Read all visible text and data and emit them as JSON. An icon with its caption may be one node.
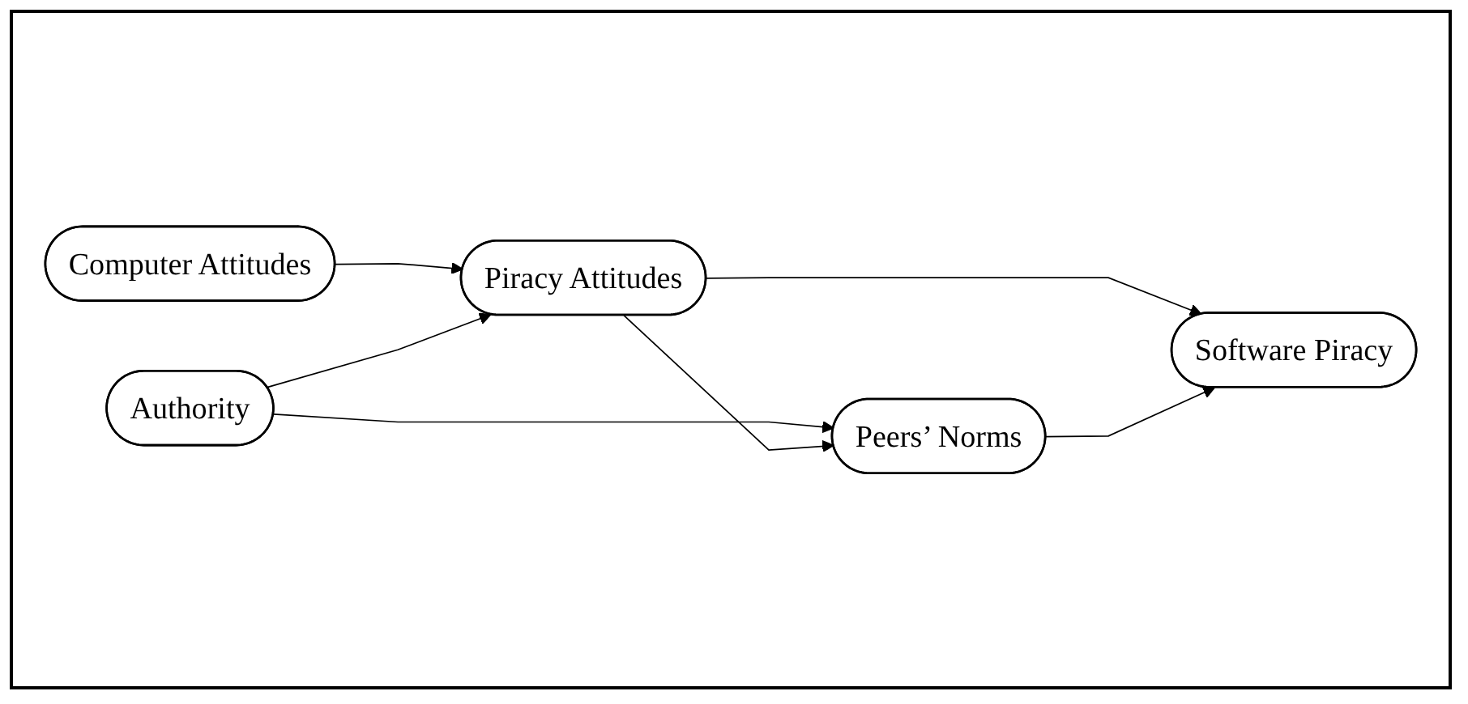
{
  "diagram": {
    "nodes": [
      {
        "text": [
          "Computer Attitudes"
        ]
      },
      {
        "text": [
          "Piracy Attitudes"
        ]
      },
      {
        "text": [
          "Software Piracy"
        ]
      },
      {
        "text": [
          "Authority"
        ]
      },
      {
        "text": [
          "Peers’ Norms"
        ]
      }
    ],
    "edges": [
      {
        "from": 0,
        "to": 1,
        "arrow": "to"
      },
      {
        "from": 3,
        "to": 1,
        "arrow": "to"
      },
      {
        "from": 3,
        "to": 4,
        "arrow": "to"
      },
      {
        "from": 1,
        "to": 4,
        "arrow": "to"
      },
      {
        "from": 1,
        "to": 2,
        "arrow": "to"
      },
      {
        "from": 4,
        "to": 2,
        "arrow": "to"
      }
    ]
  }
}
